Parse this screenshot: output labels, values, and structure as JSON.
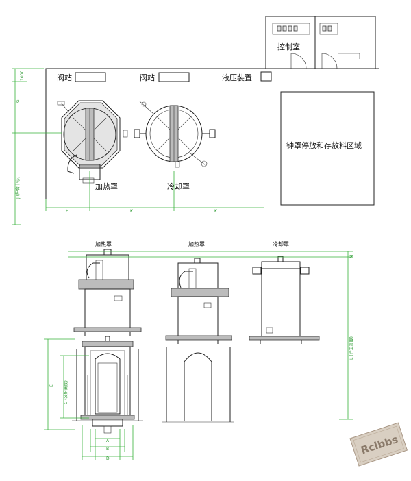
{
  "plan": {
    "valve_station_1": "阀站",
    "valve_station_2": "阀站",
    "hydraulic_unit": "液压装置",
    "control_room": "控制室",
    "storage_area": "钟罩停放和存放料区域",
    "heating_hood": "加热罩",
    "cooling_hood": "冷却罩",
    "dim_1000": "1000",
    "dim_G": "G",
    "dim_J": "J (炉台中心)",
    "dim_H": "H",
    "dim_K1": "K",
    "dim_K2": "K"
  },
  "elevation": {
    "heating_hood_1": "加热罩",
    "heating_hood_2": "加热罩",
    "cooling_hood": "冷却罩",
    "dim_M": "M",
    "dim_L": "L (行车高度)",
    "dim_E": "E",
    "dim_C": "C (装炉高度)",
    "dim_A": "A",
    "dim_B": "B",
    "dim_D": "D"
  },
  "watermark": {
    "text": "Rclbbs"
  },
  "colors": {
    "dimension_green": "#37b23a",
    "line": "#222222"
  }
}
